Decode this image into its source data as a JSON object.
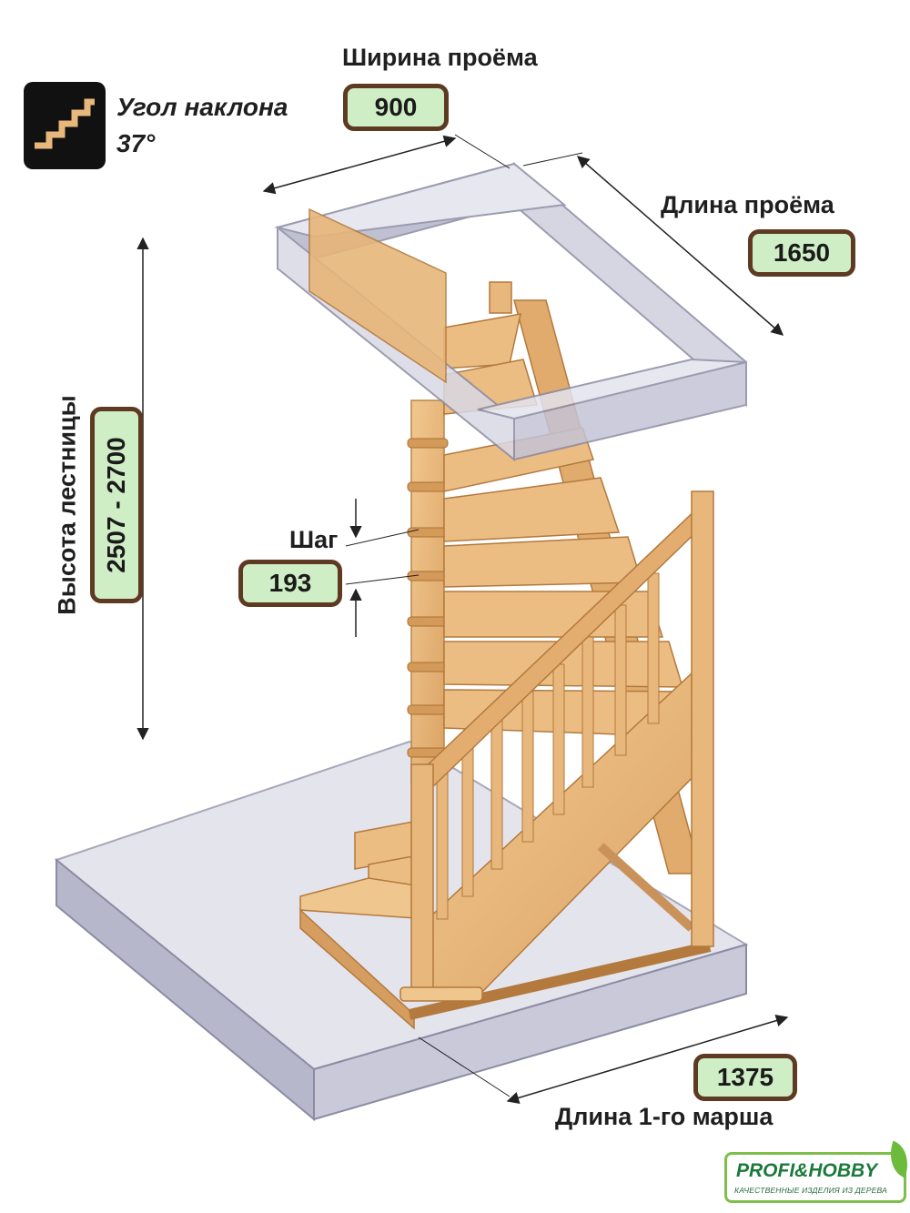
{
  "angle": {
    "title": "Угол наклона",
    "value": "37°"
  },
  "opening_width": {
    "label": "Ширина проёма",
    "value": "900"
  },
  "opening_length": {
    "label": "Длина проёма",
    "value": "1650"
  },
  "stair_height": {
    "label": "Высота лестницы",
    "value": "2507 - 2700"
  },
  "step": {
    "label": "Шаг",
    "value": "193"
  },
  "first_flight": {
    "label": "Длина 1-го марша",
    "value": "1375"
  },
  "logo": {
    "brand": "PROFI&HOBBY",
    "tagline": "КАЧЕСТВЕННЫЕ ИЗДЕЛИЯ ИЗ ДЕРЕВА"
  },
  "colors": {
    "wood": "#e6b67a",
    "wood_dark": "#c58d4f",
    "glass": "#c9c9dc",
    "value_box_fill": "#cfeec5",
    "value_box_border": "#5e3a22",
    "logo_green": "#1a7a3a"
  }
}
